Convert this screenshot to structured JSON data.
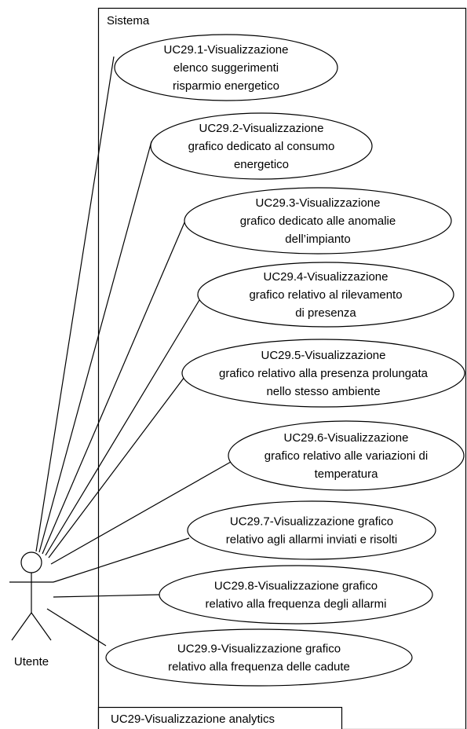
{
  "system": {
    "label": "Sistema"
  },
  "actor": {
    "label": "Utente"
  },
  "footer": {
    "label": "UC29-Visualizzazione analytics"
  },
  "use_cases": [
    {
      "id": "UC29.1",
      "lines": [
        "UC29.1-Visualizzazione",
        "elenco suggerimenti",
        "risparmio energetico"
      ]
    },
    {
      "id": "UC29.2",
      "lines": [
        "UC29.2-Visualizzazione",
        "grafico dedicato al consumo",
        "energetico"
      ]
    },
    {
      "id": "UC29.3",
      "lines": [
        "UC29.3-Visualizzazione",
        "grafico dedicato alle anomalie",
        "dell’impianto"
      ]
    },
    {
      "id": "UC29.4",
      "lines": [
        "UC29.4-Visualizzazione",
        "grafico relativo al rilevamento",
        "di presenza"
      ]
    },
    {
      "id": "UC29.5",
      "lines": [
        "UC29.5-Visualizzazione",
        "grafico relativo alla presenza prolungata",
        "nello stesso ambiente"
      ]
    },
    {
      "id": "UC29.6",
      "lines": [
        "UC29.6-Visualizzazione",
        "grafico relativo alle variazioni di",
        "temperatura"
      ]
    },
    {
      "id": "UC29.7",
      "lines": [
        "UC29.7-Visualizzazione grafico",
        "relativo agli allarmi inviati e risolti"
      ]
    },
    {
      "id": "UC29.8",
      "lines": [
        "UC29.8-Visualizzazione grafico",
        "relativo alla frequenza degli allarmi"
      ]
    },
    {
      "id": "UC29.9",
      "lines": [
        "UC29.9-Visualizzazione grafico",
        "relativo alla frequenza delle cadute"
      ]
    }
  ]
}
